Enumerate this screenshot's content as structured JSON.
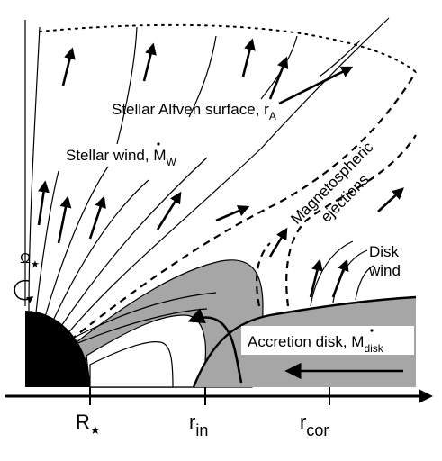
{
  "labels": {
    "alfven": "Stellar Alfven surface, r",
    "alfven_sub": "A",
    "wind": "Stellar wind, M",
    "wind_sub": "W",
    "magnetospheric_1": "Magnetospheric",
    "magnetospheric_2": "ejections",
    "disk_wind_1": "Disk",
    "disk_wind_2": "wind",
    "accretion": "Accretion disk, M",
    "accretion_sub": "disk",
    "omega": "Ω",
    "omega_sub": "★"
  },
  "axis": {
    "r_star": "R",
    "r_star_sub": "★",
    "r_in": "r",
    "r_in_sub": "in",
    "r_cor": "r",
    "r_cor_sub": "cor"
  },
  "colors": {
    "gray_fill": "#a6a6a6",
    "black": "#000000",
    "background": "#ffffff"
  }
}
